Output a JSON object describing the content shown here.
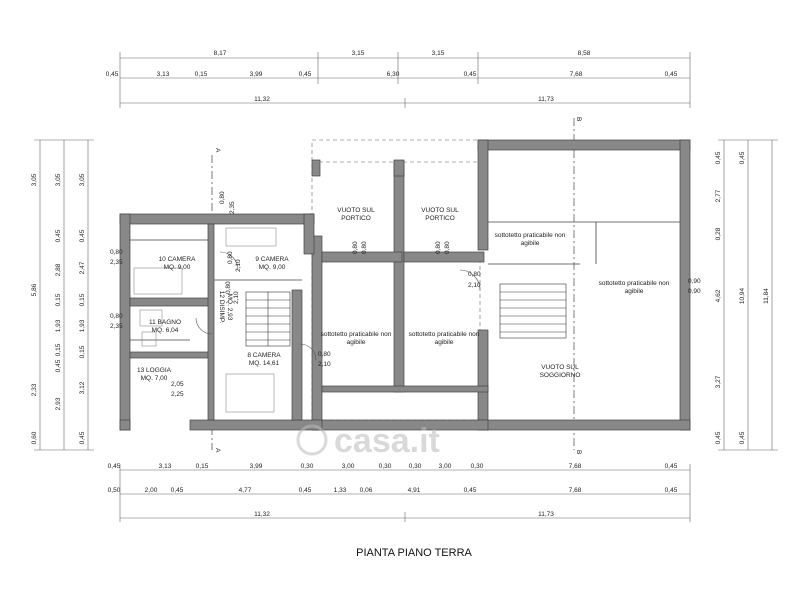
{
  "title": "PIANTA PIANO TERRA",
  "watermark": "casa.it",
  "section_markers": {
    "a_top": "A",
    "a_bottom": "A",
    "b_top": "B",
    "b_bottom": "B"
  },
  "dims_top": {
    "row1": [
      "8,17",
      "3,15",
      "3,15",
      "8,58"
    ],
    "row2": [
      "0,45",
      "3,13",
      "0,15",
      "3,99",
      "0,45",
      "6,30",
      "0,45",
      "7,68",
      "0,45"
    ],
    "row3": [
      "11,32",
      "11,73"
    ]
  },
  "dims_bottom": {
    "row1": [
      "0,45",
      "3,13",
      "0,15",
      "3,99",
      "0,30",
      "3,00",
      "0,30",
      "0,30",
      "3,00",
      "0,30",
      "7,68",
      "0,45"
    ],
    "row2": [
      "0,50",
      "2,00",
      "0,45",
      "4,77",
      "0,45",
      "1,33",
      "0,06",
      "4,91",
      "0,45",
      "7,68",
      "0,45"
    ],
    "row3": [
      "11,32",
      "11,73"
    ]
  },
  "dims_left": {
    "col1": [
      "3,05",
      "5,86",
      "2,33",
      "0,60"
    ],
    "col2": [
      "3,05",
      "0,45",
      "2,88",
      "0,15",
      "1,93",
      "0,15",
      "0,45",
      "2,93"
    ],
    "col3": [
      "3,05",
      "0,45",
      "2,47",
      "0,15",
      "1,93",
      "0,15",
      "3,12",
      "0,45"
    ]
  },
  "dims_right": {
    "col1": [
      "0,45",
      "2,77",
      "0,28",
      "4,62",
      "3,27",
      "0,45"
    ],
    "col2": [
      "0,45",
      "10,94",
      "0,45"
    ],
    "col3": [
      "11,84"
    ]
  },
  "rooms": {
    "r10": [
      "10 CAMERA",
      "MQ. 9,00"
    ],
    "r9": [
      "9 CAMERA",
      "MQ. 9,00"
    ],
    "r11": [
      "11 BAGNO",
      "MQ. 6,04"
    ],
    "r13": [
      "13 LOGGIA",
      "MQ. 7,00"
    ],
    "r8": [
      "8 CAMERA",
      "MQ. 14,61"
    ],
    "r12": [
      "12 DISIMP.",
      "MQ. 2,93"
    ],
    "vuoto1": [
      "VUOTO SUL",
      "PORTICO"
    ],
    "vuoto2": [
      "VUOTO SUL",
      "PORTICO"
    ],
    "vuoto3": [
      "VUOTO SUL",
      "SOGGIORNO"
    ],
    "sott1": [
      "sottotetto praticabile non",
      "agibile"
    ],
    "sott2": [
      "sottotetto praticabile non",
      "agibile"
    ],
    "sott3": [
      "sottotetto praticabile non",
      "agibile"
    ],
    "sott4": [
      "sottotetto praticabile non",
      "agibile"
    ]
  },
  "openings": {
    "o1": [
      "0,80",
      "2,35"
    ],
    "o2": [
      "0,80",
      "2,35"
    ],
    "o3": [
      "0,80",
      "2,35"
    ],
    "o4": [
      "0,80",
      "2,10"
    ],
    "o5": [
      "0,80",
      "2,10"
    ],
    "o6": [
      "2,05",
      "2,25"
    ],
    "o7": [
      "0,80",
      "2,10"
    ],
    "o8": [
      "0,80",
      "2,10"
    ],
    "o9": [
      "0,80",
      "0,80"
    ],
    "o10": [
      "0,80",
      "0,80"
    ],
    "o11": [
      "0,90",
      "0,90"
    ]
  }
}
